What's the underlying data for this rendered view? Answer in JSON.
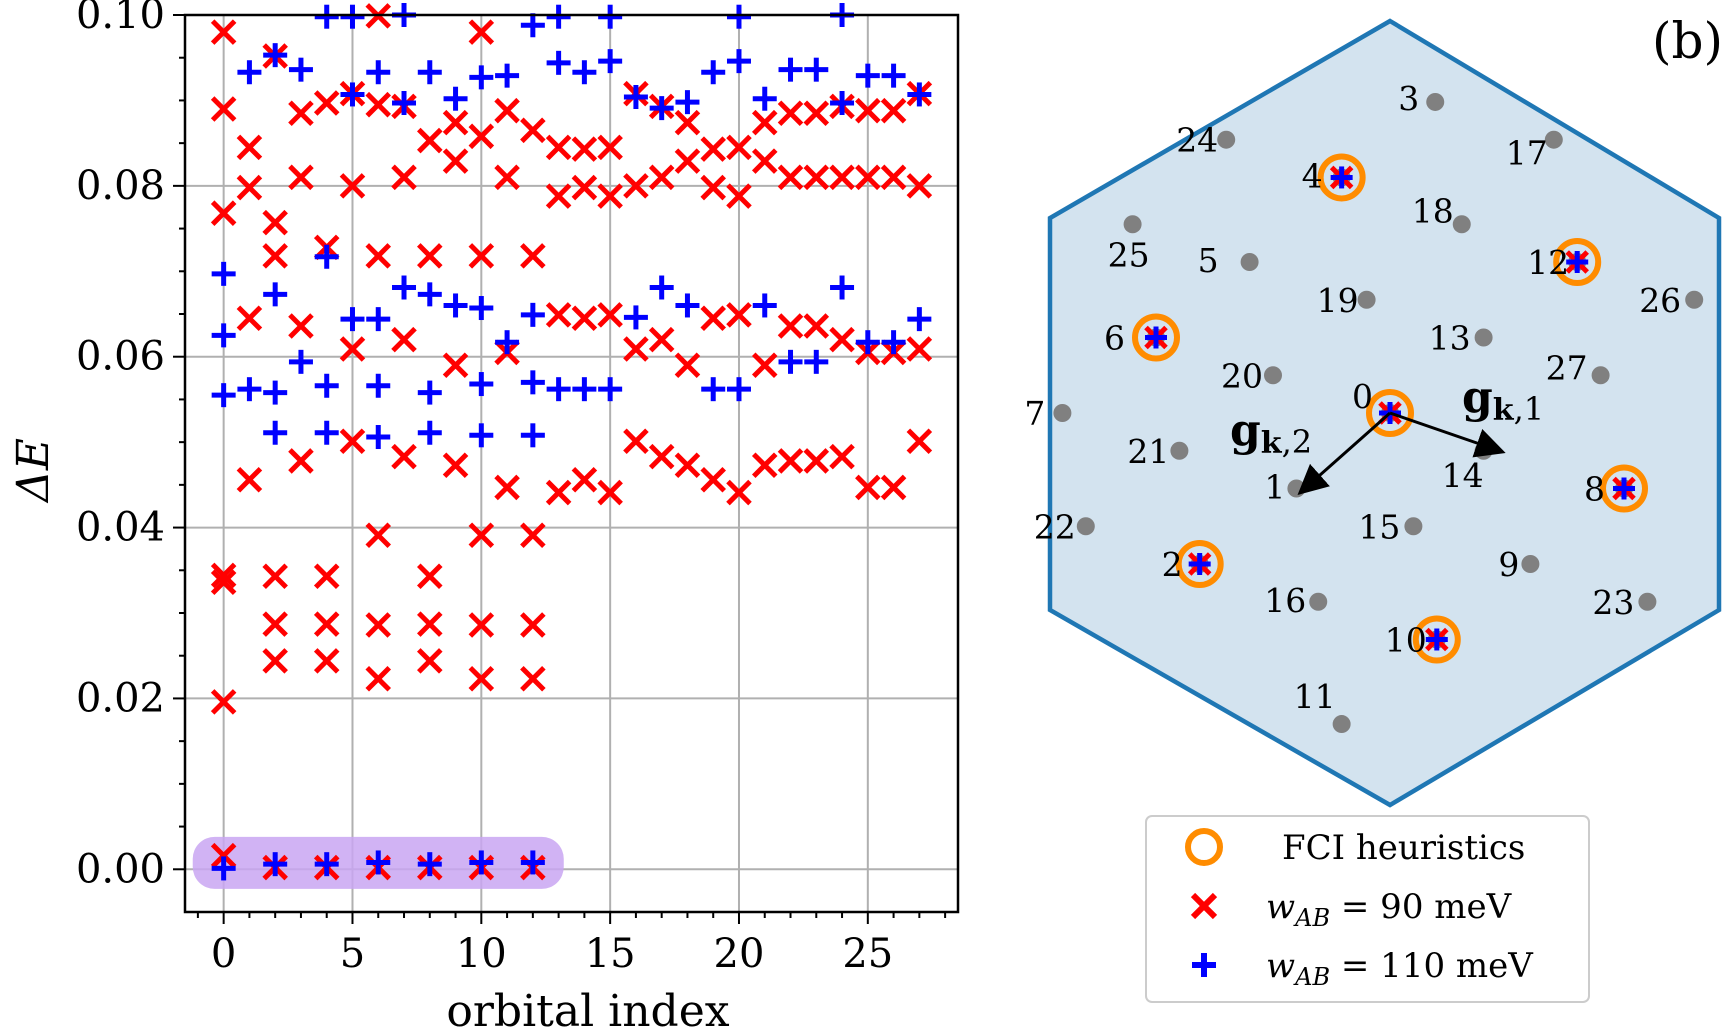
{
  "figure": {
    "panel_label": "(b)"
  },
  "chart_data": [
    {
      "type": "scatter",
      "xlabel": "orbital index",
      "ylabel": "ΔE",
      "xlim": [
        -1.5,
        28.5
      ],
      "ylim": [
        -0.005,
        0.1
      ],
      "xticks": [
        0,
        5,
        10,
        15,
        20,
        25
      ],
      "yticks": [
        0.0,
        0.02,
        0.04,
        0.06,
        0.08,
        0.1
      ],
      "ytick_labels": [
        "0.00",
        "0.02",
        "0.04",
        "0.06",
        "0.08",
        "0.10"
      ],
      "grid": true,
      "highlight": {
        "x_range": [
          -1.2,
          13.2
        ],
        "y_range": [
          -0.0023,
          0.0038
        ],
        "color": "#c9a6f2"
      },
      "series": [
        {
          "name": "w_AB = 90 meV",
          "marker": "x",
          "color": "#ff0000",
          "points": [
            [
              0,
              0.0016
            ],
            [
              0,
              0.0196
            ],
            [
              0,
              0.0336
            ],
            [
              0,
              0.0344
            ],
            [
              0,
              0.0768
            ],
            [
              0,
              0.089
            ],
            [
              0,
              0.098
            ],
            [
              1,
              0.0456
            ],
            [
              1,
              0.0645
            ],
            [
              1,
              0.0798
            ],
            [
              1,
              0.0845
            ],
            [
              2,
              0.0002
            ],
            [
              2,
              0.0244
            ],
            [
              2,
              0.0287
            ],
            [
              2,
              0.0343
            ],
            [
              2,
              0.0718
            ],
            [
              2,
              0.0757
            ],
            [
              2,
              0.0952
            ],
            [
              3,
              0.0478
            ],
            [
              3,
              0.0636
            ],
            [
              3,
              0.081
            ],
            [
              3,
              0.0885
            ],
            [
              4,
              0.0002
            ],
            [
              4,
              0.0244
            ],
            [
              4,
              0.0287
            ],
            [
              4,
              0.0343
            ],
            [
              4,
              0.0728
            ],
            [
              4,
              0.0897
            ],
            [
              5,
              0.0501
            ],
            [
              5,
              0.0609
            ],
            [
              5,
              0.08
            ],
            [
              5,
              0.0908
            ],
            [
              6,
              0.0002
            ],
            [
              6,
              0.0223
            ],
            [
              6,
              0.0286
            ],
            [
              6,
              0.0391
            ],
            [
              6,
              0.0718
            ],
            [
              6,
              0.0895
            ],
            [
              6,
              0.0999
            ],
            [
              7,
              0.0483
            ],
            [
              7,
              0.062
            ],
            [
              7,
              0.081
            ],
            [
              7,
              0.0893
            ],
            [
              8,
              0.0002
            ],
            [
              8,
              0.0244
            ],
            [
              8,
              0.0287
            ],
            [
              8,
              0.0343
            ],
            [
              8,
              0.0718
            ],
            [
              8,
              0.0853
            ],
            [
              9,
              0.0473
            ],
            [
              9,
              0.059
            ],
            [
              9,
              0.0829
            ],
            [
              9,
              0.0874
            ],
            [
              10,
              0.0002
            ],
            [
              10,
              0.0223
            ],
            [
              10,
              0.0286
            ],
            [
              10,
              0.0391
            ],
            [
              10,
              0.0718
            ],
            [
              10,
              0.0858
            ],
            [
              10,
              0.098
            ],
            [
              11,
              0.0447
            ],
            [
              11,
              0.0605
            ],
            [
              11,
              0.081
            ],
            [
              11,
              0.0888
            ],
            [
              12,
              0.0002
            ],
            [
              12,
              0.0223
            ],
            [
              12,
              0.0286
            ],
            [
              12,
              0.0391
            ],
            [
              12,
              0.0718
            ],
            [
              12,
              0.0865
            ],
            [
              13,
              0.0441
            ],
            [
              13,
              0.0649
            ],
            [
              13,
              0.0788
            ],
            [
              13,
              0.0845
            ],
            [
              14,
              0.0456
            ],
            [
              14,
              0.0645
            ],
            [
              14,
              0.0798
            ],
            [
              14,
              0.0843
            ],
            [
              15,
              0.0441
            ],
            [
              15,
              0.0649
            ],
            [
              15,
              0.0788
            ],
            [
              15,
              0.0845
            ],
            [
              16,
              0.0501
            ],
            [
              16,
              0.0609
            ],
            [
              16,
              0.08
            ],
            [
              16,
              0.0908
            ],
            [
              17,
              0.0483
            ],
            [
              17,
              0.062
            ],
            [
              17,
              0.081
            ],
            [
              17,
              0.0893
            ],
            [
              18,
              0.0473
            ],
            [
              18,
              0.059
            ],
            [
              18,
              0.0829
            ],
            [
              18,
              0.0874
            ],
            [
              19,
              0.0456
            ],
            [
              19,
              0.0645
            ],
            [
              19,
              0.0798
            ],
            [
              19,
              0.0843
            ],
            [
              20,
              0.0441
            ],
            [
              20,
              0.0649
            ],
            [
              20,
              0.0788
            ],
            [
              20,
              0.0845
            ],
            [
              21,
              0.0473
            ],
            [
              21,
              0.059
            ],
            [
              21,
              0.0829
            ],
            [
              21,
              0.0874
            ],
            [
              22,
              0.0478
            ],
            [
              22,
              0.0636
            ],
            [
              22,
              0.081
            ],
            [
              22,
              0.0885
            ],
            [
              23,
              0.0478
            ],
            [
              23,
              0.0636
            ],
            [
              23,
              0.081
            ],
            [
              23,
              0.0885
            ],
            [
              24,
              0.0483
            ],
            [
              24,
              0.062
            ],
            [
              24,
              0.081
            ],
            [
              24,
              0.0893
            ],
            [
              25,
              0.0447
            ],
            [
              25,
              0.0605
            ],
            [
              25,
              0.081
            ],
            [
              25,
              0.0888
            ],
            [
              26,
              0.0447
            ],
            [
              26,
              0.0605
            ],
            [
              26,
              0.081
            ],
            [
              26,
              0.0888
            ],
            [
              27,
              0.0501
            ],
            [
              27,
              0.0609
            ],
            [
              27,
              0.08
            ],
            [
              27,
              0.0908
            ]
          ]
        },
        {
          "name": "w_AB = 110 meV",
          "marker": "+",
          "color": "#0000ff",
          "points": [
            [
              0,
              0.0001
            ],
            [
              0,
              0.0555
            ],
            [
              0,
              0.0625
            ],
            [
              0,
              0.0697
            ],
            [
              1,
              0.0562
            ],
            [
              1,
              0.0933
            ],
            [
              2,
              0.0006
            ],
            [
              2,
              0.0511
            ],
            [
              2,
              0.0558
            ],
            [
              2,
              0.0673
            ],
            [
              2,
              0.0953
            ],
            [
              3,
              0.0594
            ],
            [
              3,
              0.0936
            ],
            [
              4,
              0.0006
            ],
            [
              4,
              0.0511
            ],
            [
              4,
              0.0566
            ],
            [
              4,
              0.0717
            ],
            [
              4,
              0.0998
            ],
            [
              5,
              0.0644
            ],
            [
              5,
              0.0907
            ],
            [
              5,
              0.0998
            ],
            [
              6,
              0.0008
            ],
            [
              6,
              0.0506
            ],
            [
              6,
              0.0566
            ],
            [
              6,
              0.0644
            ],
            [
              6,
              0.0933
            ],
            [
              7,
              0.0681
            ],
            [
              7,
              0.0897
            ],
            [
              7,
              0.1
            ],
            [
              8,
              0.0006
            ],
            [
              8,
              0.0511
            ],
            [
              8,
              0.0558
            ],
            [
              8,
              0.0673
            ],
            [
              8,
              0.0933
            ],
            [
              9,
              0.066
            ],
            [
              9,
              0.0902
            ],
            [
              10,
              0.0008
            ],
            [
              10,
              0.0508
            ],
            [
              10,
              0.0568
            ],
            [
              10,
              0.0657
            ],
            [
              10,
              0.0927
            ],
            [
              11,
              0.0617
            ],
            [
              11,
              0.0929
            ],
            [
              12,
              0.0008
            ],
            [
              12,
              0.0508
            ],
            [
              12,
              0.057
            ],
            [
              12,
              0.0649
            ],
            [
              12,
              0.0988
            ],
            [
              13,
              0.0562
            ],
            [
              13,
              0.0944
            ],
            [
              13,
              0.0998
            ],
            [
              14,
              0.0562
            ],
            [
              14,
              0.0933
            ],
            [
              15,
              0.0562
            ],
            [
              15,
              0.0946
            ],
            [
              15,
              0.0998
            ],
            [
              16,
              0.0646
            ],
            [
              16,
              0.0904
            ],
            [
              17,
              0.0681
            ],
            [
              17,
              0.0891
            ],
            [
              18,
              0.066
            ],
            [
              18,
              0.0898
            ],
            [
              19,
              0.0562
            ],
            [
              19,
              0.0933
            ],
            [
              20,
              0.0562
            ],
            [
              20,
              0.0946
            ],
            [
              20,
              0.0998
            ],
            [
              21,
              0.066
            ],
            [
              21,
              0.0902
            ],
            [
              22,
              0.0594
            ],
            [
              22,
              0.0936
            ],
            [
              23,
              0.0594
            ],
            [
              23,
              0.0936
            ],
            [
              24,
              0.0681
            ],
            [
              24,
              0.0897
            ],
            [
              24,
              0.1
            ],
            [
              25,
              0.0617
            ],
            [
              25,
              0.0929
            ],
            [
              26,
              0.0617
            ],
            [
              26,
              0.0929
            ],
            [
              27,
              0.0644
            ],
            [
              27,
              0.0907
            ]
          ]
        }
      ]
    },
    {
      "type": "scatter",
      "xlabel": "",
      "ylabel": "",
      "series": [
        {
          "name": "sites",
          "points": [
            {
              "label": "0",
              "x": 0.0,
              "y": 0.0
            },
            {
              "label": "1",
              "x": -0.6,
              "y": -0.5
            },
            {
              "label": "2",
              "x": -1.22,
              "y": -1.0
            },
            {
              "label": "3",
              "x": 0.29,
              "y": 2.06
            },
            {
              "label": "4",
              "x": -0.31,
              "y": 1.56
            },
            {
              "label": "5",
              "x": -0.9,
              "y": 1.0
            },
            {
              "label": "6",
              "x": -1.5,
              "y": 0.5
            },
            {
              "label": "7",
              "x": -2.1,
              "y": 0.0
            },
            {
              "label": "8",
              "x": 1.5,
              "y": -0.5
            },
            {
              "label": "9",
              "x": 0.9,
              "y": -1.0
            },
            {
              "label": "10",
              "x": 0.3,
              "y": -1.5
            },
            {
              "label": "11",
              "x": -0.31,
              "y": -2.06
            },
            {
              "label": "12",
              "x": 1.2,
              "y": 1.0
            },
            {
              "label": "13",
              "x": 0.6,
              "y": 0.5
            },
            {
              "label": "14",
              "x": 0.6,
              "y": -0.25
            },
            {
              "label": "15",
              "x": 0.15,
              "y": -0.75
            },
            {
              "label": "16",
              "x": -0.46,
              "y": -1.25
            },
            {
              "label": "17",
              "x": 1.05,
              "y": 1.81
            },
            {
              "label": "18",
              "x": 0.46,
              "y": 1.25
            },
            {
              "label": "19",
              "x": -0.15,
              "y": 0.75
            },
            {
              "label": "20",
              "x": -0.75,
              "y": 0.25
            },
            {
              "label": "21",
              "x": -1.35,
              "y": -0.25
            },
            {
              "label": "22",
              "x": -1.95,
              "y": -0.75
            },
            {
              "label": "23",
              "x": 1.65,
              "y": -1.25
            },
            {
              "label": "24",
              "x": -1.05,
              "y": 1.81
            },
            {
              "label": "25",
              "x": -1.65,
              "y": 1.25
            },
            {
              "label": "26",
              "x": 1.95,
              "y": 0.75
            },
            {
              "label": "27",
              "x": 1.35,
              "y": 0.25
            }
          ]
        }
      ],
      "highlighted_sites": [
        "0",
        "2",
        "4",
        "6",
        "8",
        "10",
        "12"
      ],
      "vectors": [
        {
          "label": "gk,1",
          "from": "0",
          "to": "14"
        },
        {
          "label": "gk,2",
          "from": "0",
          "to": "1"
        }
      ],
      "legend": {
        "position": "bottom",
        "entries": [
          {
            "label": "FCI heuristics",
            "marker": "circle",
            "color": "#ff8c00"
          },
          {
            "label": "w_AB = 90 meV",
            "marker": "x",
            "color": "#ff0000"
          },
          {
            "label": "w_AB = 110 meV",
            "marker": "+",
            "color": "#0000ff"
          }
        ]
      },
      "colors": {
        "hexagon_fill": "#d3e3ef",
        "hexagon_edge": "#1f77b4",
        "site": "#808080"
      }
    }
  ]
}
